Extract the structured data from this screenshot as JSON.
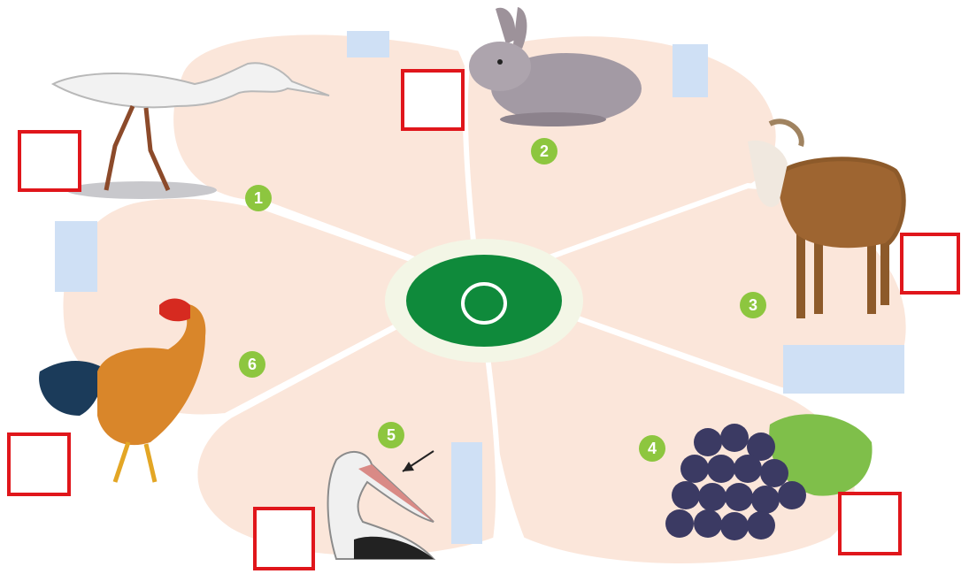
{
  "colors": {
    "petal": "#fbe6da",
    "petal_edge": "#ffffff",
    "corner_blue": "#cfe0f5",
    "center_ring": "#f3f6e6",
    "center_green": "#0f8a3b",
    "center_circle": "#ffffff",
    "badge_green": "#8dc63f",
    "box_red": "#e0161b"
  },
  "center": {
    "symbol": ""
  },
  "petals": [
    {
      "number": "1",
      "item": "egret",
      "icon": "egret-icon"
    },
    {
      "number": "2",
      "item": "rabbit",
      "icon": "rabbit-icon"
    },
    {
      "number": "3",
      "item": "goat",
      "icon": "goat-icon"
    },
    {
      "number": "4",
      "item": "grapes",
      "icon": "grapes-icon"
    },
    {
      "number": "5",
      "item": "pelican",
      "icon": "pelican-icon"
    },
    {
      "number": "6",
      "item": "rooster",
      "icon": "rooster-icon"
    }
  ],
  "answer_boxes": [
    "",
    "",
    "",
    "",
    "",
    ""
  ]
}
